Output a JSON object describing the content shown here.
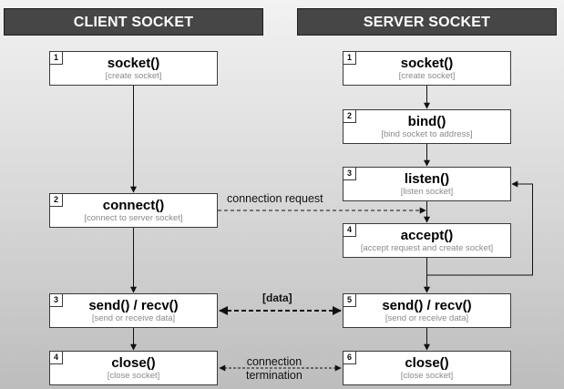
{
  "headers": {
    "client": "CLIENT SOCKET",
    "server": "SERVER SOCKET"
  },
  "client": {
    "socket": {
      "num": "1",
      "title": "socket()",
      "sub": "[create socket]"
    },
    "connect": {
      "num": "2",
      "title": "connect()",
      "sub": "[connect to server socket]"
    },
    "send": {
      "num": "3",
      "title": "send() / recv()",
      "sub": "[send or receive data]"
    },
    "close": {
      "num": "4",
      "title": "close()",
      "sub": "[close socket]"
    }
  },
  "server": {
    "socket": {
      "num": "1",
      "title": "socket()",
      "sub": "[create socket]"
    },
    "bind": {
      "num": "2",
      "title": "bind()",
      "sub": "[bind socket to address]"
    },
    "listen": {
      "num": "3",
      "title": "listen()",
      "sub": "[listen socket]"
    },
    "accept": {
      "num": "4",
      "title": "accept()",
      "sub": "[accept request and create socket]"
    },
    "send": {
      "num": "5",
      "title": "send() / recv()",
      "sub": "[send or receive data]"
    },
    "close": {
      "num": "6",
      "title": "close()",
      "sub": "[close socket]"
    }
  },
  "labels": {
    "connection_request": "connection request",
    "data": "[data]",
    "termination_line1": "connection",
    "termination_line2": "termination"
  }
}
